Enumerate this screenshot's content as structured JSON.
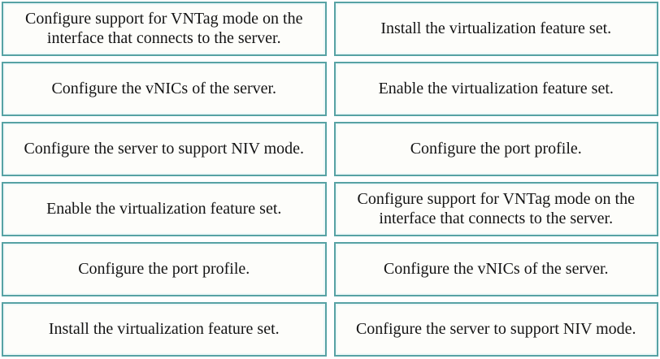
{
  "colors": {
    "border": "#57a2a4",
    "card_bg": "#fdfdfa",
    "page_bg": "#ffffff",
    "text": "#141414"
  },
  "columns": {
    "left": {
      "items": [
        "Configure support for VNTag mode on the interface that connects to the server.",
        "Configure the vNICs of the server.",
        "Configure the server to support NIV mode.",
        "Enable the virtualization feature set.",
        "Configure the port profile.",
        "Install the virtualization feature set."
      ]
    },
    "right": {
      "items": [
        "Install the virtualization feature set.",
        "Enable the virtualization feature set.",
        "Configure the port profile.",
        "Configure support for VNTag mode on the interface that connects to the server.",
        "Configure the vNICs of the server.",
        "Configure the server to support NIV mode."
      ]
    }
  }
}
